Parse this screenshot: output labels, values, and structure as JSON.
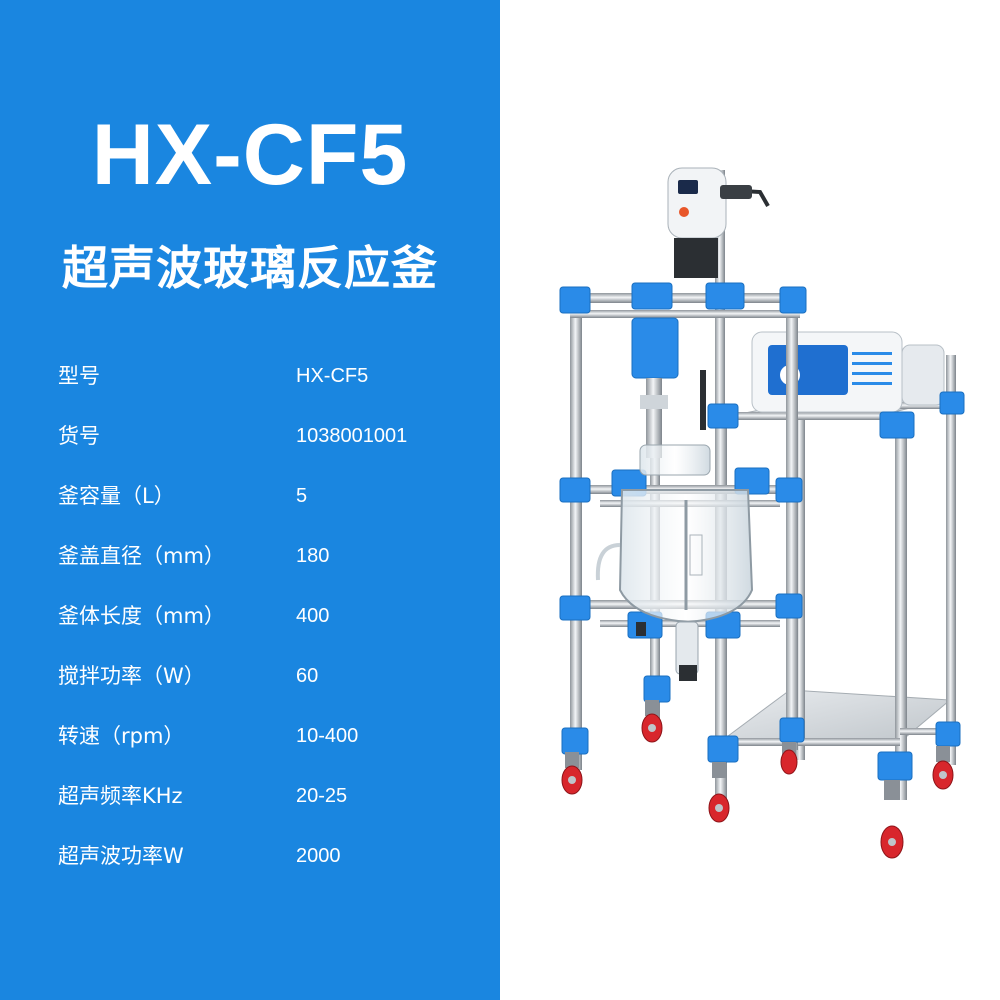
{
  "header": {
    "model": "HX-CF5",
    "product_name": "超声波玻璃反应釜"
  },
  "specs": [
    {
      "label": "型号",
      "value": "HX-CF5"
    },
    {
      "label": "货号",
      "value": "1038001001"
    },
    {
      "label": "釜容量（L）",
      "value": "5"
    },
    {
      "label": "釜盖直径（mm）",
      "value": "180"
    },
    {
      "label": "釜体长度（mm）",
      "value": "400"
    },
    {
      "label": "搅拌功率（W）",
      "value": "60"
    },
    {
      "label": "转速（rpm）",
      "value": "10-400"
    },
    {
      "label": "超声频率KHz",
      "value": "20-25"
    },
    {
      "label": "超声波功率W",
      "value": "2000"
    }
  ],
  "colors": {
    "panel_blue": "#1a86e0",
    "frame_blue": "#2a8be8",
    "caster_red": "#d8262c"
  }
}
